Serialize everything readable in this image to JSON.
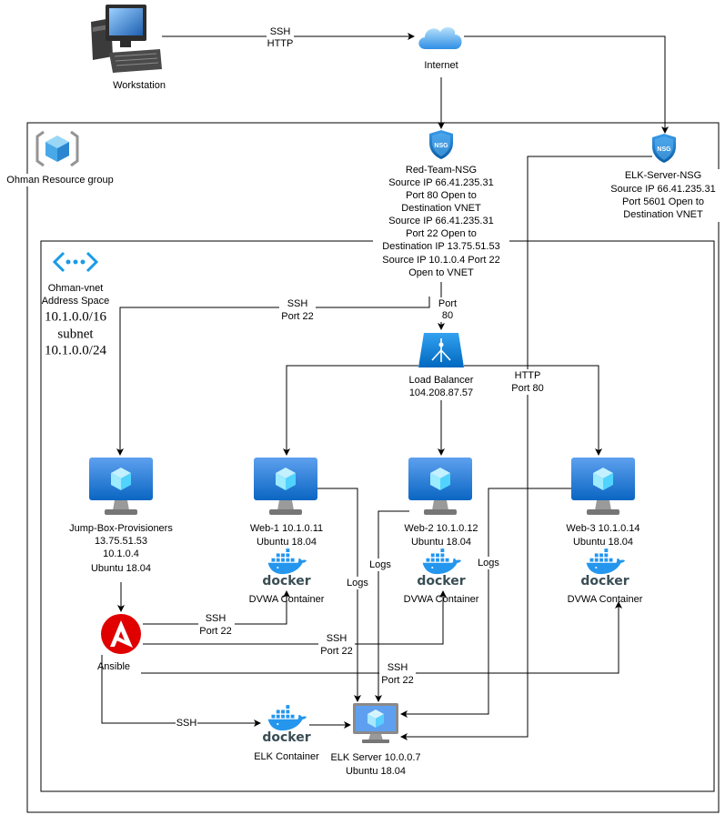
{
  "workstation": {
    "label": "Workstation",
    "icon": "workstation-icon"
  },
  "internet": {
    "label": "Internet",
    "icon": "cloud-icon"
  },
  "resource_group": {
    "label": "Ohman Resource group",
    "icon": "resource-group-icon"
  },
  "nsg_badge": "NSG",
  "red_team_nsg": {
    "icon": "nsg-shield-icon",
    "lines": [
      "Red-Team-NSG",
      "Source IP 66.41.235.31",
      "Port 80 Open to",
      "Destination VNET",
      "Source IP 66.41.235.31",
      "Port 22 Open to",
      "Destination IP 13.75.51.53",
      "Source IP 10.1.0.4 Port 22",
      "Open to VNET"
    ]
  },
  "elk_server_nsg": {
    "icon": "nsg-shield-icon",
    "lines": [
      "ELK-Server-NSG",
      "Source IP 66.41.235.31",
      "Port 5601 Open to",
      "Destination VNET"
    ]
  },
  "vnet": {
    "icon": "virtual-network-icon",
    "name": "Ohman-vnet",
    "address_space_label": "Address Space",
    "address_space": "10.1.0.0/16",
    "subnet_label": "subnet",
    "subnet": "10.1.0.0/24"
  },
  "load_balancer": {
    "icon": "load-balancer-icon",
    "name": "Load Balancer",
    "ip": "104.208.87.57"
  },
  "jump_box": {
    "icon": "virtual-machine-icon",
    "lines": [
      "Jump-Box-Provisioners",
      "13.75.51.53",
      "10.1.0.4",
      "Ubuntu 18.04"
    ]
  },
  "web1": {
    "icon": "virtual-machine-icon",
    "name": "Web-1 10.1.0.11",
    "os": "Ubuntu 18.04",
    "container": "DVWA Container"
  },
  "web2": {
    "icon": "virtual-machine-icon",
    "name": "Web-2 10.1.0.12",
    "os": "Ubuntu 18.04",
    "container": "DVWA Container"
  },
  "web3": {
    "icon": "virtual-machine-icon",
    "name": "Web-3 10.1.0.14",
    "os": "Ubuntu 18.04",
    "container": "DVWA Container"
  },
  "docker_wordmark": "docker",
  "ansible": {
    "icon": "ansible-icon",
    "label": "Ansible"
  },
  "elk_container": {
    "icon": "docker-icon",
    "label": "ELK Container"
  },
  "elk_server": {
    "icon": "server-monitor-icon",
    "name": "ELK Server 10.0.0.7",
    "os": "Ubuntu 18.04"
  },
  "edges": {
    "workstation_internet": [
      "SSH",
      "HTTP"
    ],
    "nsg_jump": [
      "SSH",
      "Port 22"
    ],
    "nsg_lb": [
      "Port",
      "80"
    ],
    "elk_nsg_server": [
      "HTTP",
      "Port 80"
    ],
    "ansible_web1": [
      "SSH",
      "Port 22"
    ],
    "ansible_web2": [
      "SSH",
      "Port 22"
    ],
    "ansible_web3": [
      "SSH",
      "Port 22"
    ],
    "ansible_elk": "SSH",
    "logs": "Logs"
  },
  "colors": {
    "azure_blue": "#0078d4",
    "docker_blue": "#2496ed",
    "ansible_red": "#e00000",
    "line": "#000000"
  }
}
